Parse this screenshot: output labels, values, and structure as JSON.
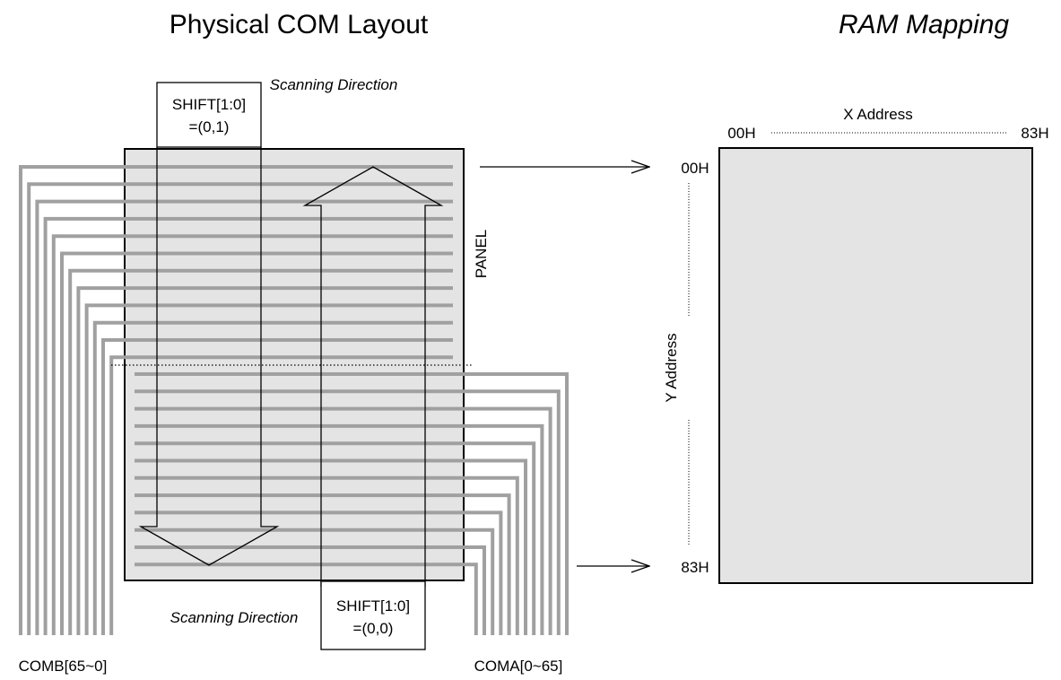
{
  "left_title": "Physical COM Layout",
  "right_title": "RAM Mapping",
  "panel_label": "PANEL",
  "top_scan": {
    "label": "Scanning Direction",
    "shift_line1": "SHIFT[1:0]",
    "shift_line2": "=(0,1)"
  },
  "bottom_scan": {
    "label": "Scanning Direction",
    "shift_line1": "SHIFT[1:0]",
    "shift_line2": "=(0,0)"
  },
  "comb_label": "COMB[65~0]",
  "coma_label": "COMA[0~65]",
  "ram": {
    "x_axis_label": "X Address",
    "x_start": "00H",
    "x_end": "83H",
    "y_axis_label": "Y Address",
    "y_start": "00H",
    "y_end": "83H"
  },
  "colors": {
    "panel_fill": "#e4e4e4",
    "com_line": "#a0a0a0",
    "outline": "#000000"
  }
}
